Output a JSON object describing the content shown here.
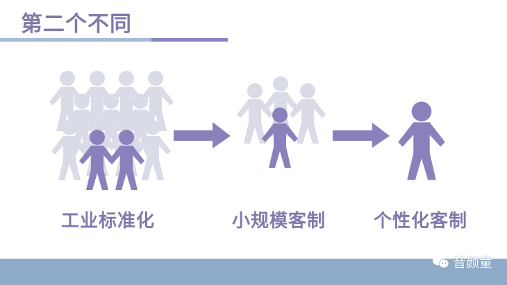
{
  "slide": {
    "title": "第二个不同",
    "stages": [
      {
        "label": "工业标准化"
      },
      {
        "label": "小规模客制"
      },
      {
        "label": "个性化客制"
      }
    ],
    "watermark": {
      "icon": "wechat-icon",
      "text": "音颜童"
    }
  },
  "colors": {
    "title": "#7f7aa8",
    "accent_purple": "#8d84bf",
    "figure_purple": "#8a80bc",
    "figure_gray": "#d9dbe6",
    "underline_blue": "#a9bcd5",
    "footer": "#8eabc9"
  }
}
